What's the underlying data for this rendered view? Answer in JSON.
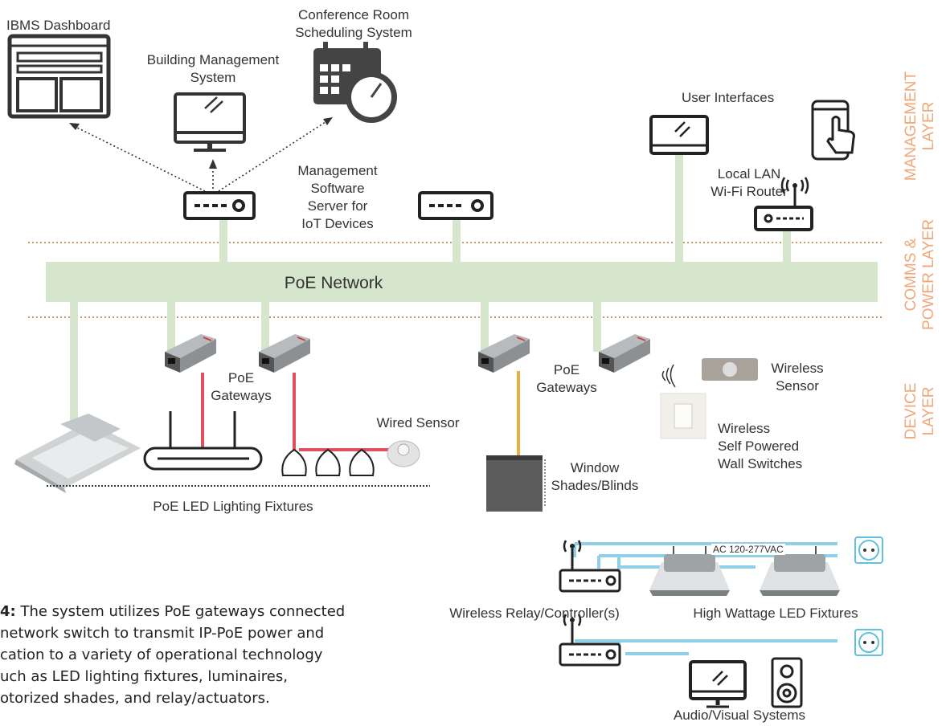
{
  "labels": {
    "ibms_dashboard": "IBMS Dashboard",
    "conference_room": "Conference Room\nScheduling System",
    "bms": "Building Management\nSystem",
    "mgmt_server": "Management\nSoftware\nServer for\nIoT Devices",
    "user_interfaces": "User Interfaces",
    "lan_router": "Local LAN\nWi-Fi Router",
    "poe_network": "PoE Network",
    "poe_gateways_left": "PoE\nGateways",
    "poe_gateways_right": "PoE\nGateways",
    "wired_sensor": "Wired Sensor",
    "wireless_sensor": "Wireless\nSensor",
    "wireless_switches": "Wireless\nSelf Powered\nWall Switches",
    "window_shades": "Window\nShades/Blinds",
    "poe_led_fixtures": "PoE LED Lighting Fixtures",
    "ac_voltage": "AC 120-277VAC",
    "wireless_relay": "Wireless Relay/Controller(s)",
    "high_wattage": "High Wattage LED Fixtures",
    "audio_visual": "Audio/Visual Systems"
  },
  "layers": {
    "management": "MANAGEMENT\nLAYER",
    "comms_power": "COMMS &\nPOWER LAYER",
    "device": "DEVICE\nLAYER"
  },
  "caption": {
    "prefix": "4:",
    "text": " The system utilizes PoE gateways connected\nnetwork switch to transmit IP-PoE power and\ncation to a variety of operational technology\nuch as LED lighting fixtures, luminaires,\notorized shades, and relay/actuators."
  },
  "colors": {
    "network": "#d5e6cc",
    "layer_text": "#f0a878",
    "divider": "#c8956a",
    "poe_red": "#e0505e",
    "shade_orange": "#e8b040",
    "ac_blue": "#8fd0e8",
    "icon": "#333333"
  }
}
